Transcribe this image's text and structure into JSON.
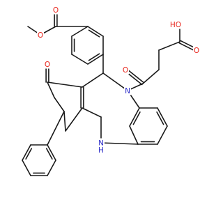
{
  "molecule": {
    "colors": {
      "bond": "#1a1a1a",
      "oxygen": "#e8231a",
      "nitrogen": "#2c2cc8",
      "carbon": "#1a1a1a",
      "background": "#ffffff"
    },
    "atom_labels": [
      {
        "key": "O_ester_methyl",
        "text": "O",
        "element": "O"
      },
      {
        "key": "O_ester_carbonyl",
        "text": "O",
        "element": "O"
      },
      {
        "key": "O_acid_hydroxyl",
        "text": "HO",
        "element": "O"
      },
      {
        "key": "O_acid_carbonyl",
        "text": "O",
        "element": "O"
      },
      {
        "key": "O_amide",
        "text": "O",
        "element": "O"
      },
      {
        "key": "O_ketone",
        "text": "O",
        "element": "O"
      },
      {
        "key": "N_amide",
        "text": "N",
        "element": "N"
      },
      {
        "key": "N_amine",
        "text": "N",
        "element": "N"
      },
      {
        "key": "H_amine",
        "text": "H",
        "element": "N"
      }
    ]
  }
}
